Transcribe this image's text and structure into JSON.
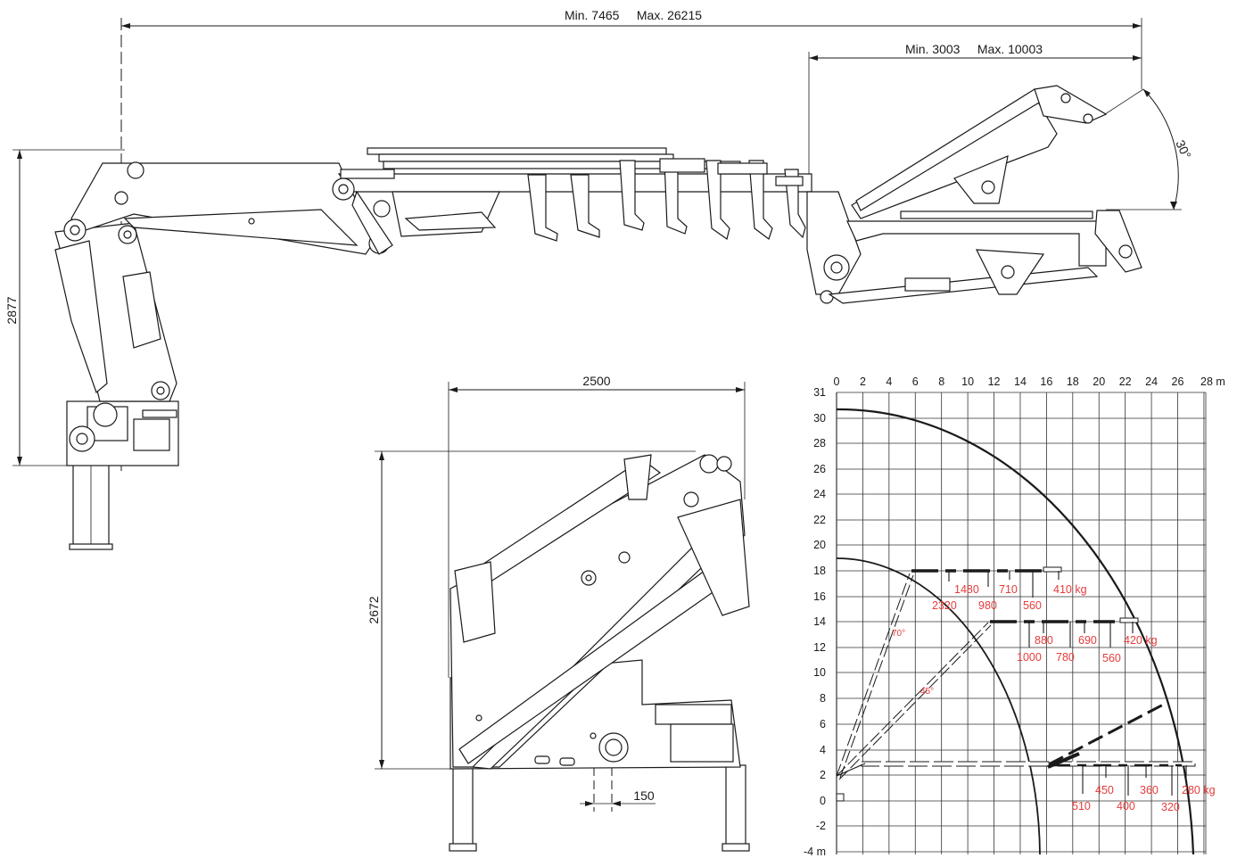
{
  "dimensions": {
    "total_reach": "Min. 7465     Max. 26215",
    "jib_reach": "Min. 3003     Max. 10003",
    "jib_angle": "30°",
    "side_height": "2877",
    "rear_width": "2500",
    "rear_height": "2672",
    "rear_offset": "150"
  },
  "load_chart": {
    "x_ticks": [
      "0",
      "2",
      "4",
      "6",
      "8",
      "10",
      "12",
      "14",
      "16",
      "18",
      "20",
      "22",
      "24",
      "26",
      "28 m"
    ],
    "y_ticks": [
      "31",
      "30",
      "28",
      "26",
      "24",
      "22",
      "20",
      "18",
      "16",
      "14",
      "12",
      "10",
      "8",
      "6",
      "4",
      "2",
      "0",
      "-2",
      "-4 m"
    ],
    "angle_labels": [
      "70°",
      "45°"
    ],
    "loads": [
      "1480",
      "710",
      "410 kg",
      "2320",
      "980",
      "560",
      "880",
      "690",
      "420 kg",
      "1000",
      "780",
      "560",
      "450",
      "360",
      "280 kg",
      "510",
      "400",
      "320"
    ]
  },
  "colors": {
    "line": "#1a1a1a",
    "load": "#e63b3b",
    "grid": "#333333"
  }
}
